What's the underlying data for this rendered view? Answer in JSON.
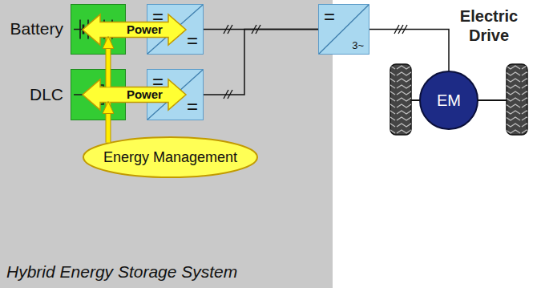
{
  "diagram": {
    "nodes": [
      {
        "text": [
          "Hybrid Energy Storage System"
        ]
      },
      {
        "text": [
          "Battery"
        ],
        "in": 0
      },
      {
        "text": [
          "Power"
        ],
        "in": 0
      },
      {
        "text": [
          "=",
          "="
        ],
        "in": 0
      },
      {
        "text": [
          "DLC"
        ],
        "in": 0
      },
      {
        "text": [
          "Power"
        ],
        "in": 0
      },
      {
        "text": [
          "=",
          "="
        ],
        "in": 0
      },
      {
        "text": [
          "Energy Management"
        ],
        "in": 0
      },
      {
        "text": [
          "=",
          "3~"
        ]
      },
      {
        "text": [
          "EM"
        ]
      }
    ],
    "edges": [
      {
        "from": 7,
        "to": 5,
        "arrow": "to"
      },
      {
        "from": 5,
        "to": 2,
        "arrow": "to"
      },
      {
        "from": 3,
        "to": 8,
        "arrow": "none"
      },
      {
        "from": 6,
        "to": 8,
        "arrow": "none"
      },
      {
        "from": 8,
        "to": 9,
        "arrow": "none"
      }
    ],
    "labels": [
      "Electric Drive"
    ]
  }
}
